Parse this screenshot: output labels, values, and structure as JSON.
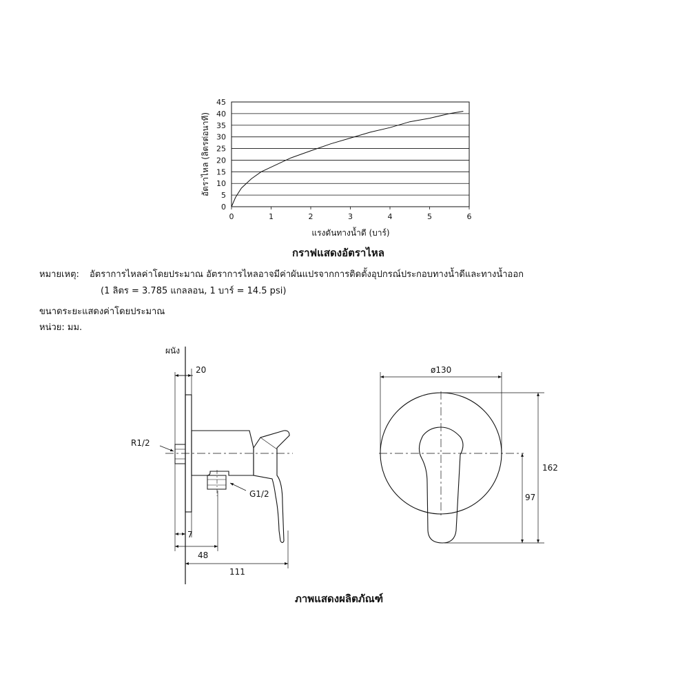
{
  "chart_data": {
    "type": "line",
    "title": "กราฟแสดงอัตราไหล",
    "xlabel": "แรงดันทางน้ำดี (บาร์)",
    "ylabel": "อัตราไหล (ลิตรต่อนาที)",
    "xlim": [
      0,
      6
    ],
    "ylim": [
      0,
      45
    ],
    "x_ticks": [
      0,
      1,
      2,
      3,
      4,
      5,
      6
    ],
    "y_ticks": [
      0,
      5,
      10,
      15,
      20,
      25,
      30,
      35,
      40,
      45
    ],
    "grid": "horizontal",
    "series": [
      {
        "x": [
          0,
          0.1,
          0.25,
          0.5,
          0.75,
          1,
          1.5,
          2,
          2.5,
          3,
          3.5,
          4,
          4.5,
          5,
          5.5,
          5.85
        ],
        "y": [
          0,
          4,
          8,
          12,
          15,
          17,
          21,
          24,
          27,
          29.5,
          32,
          34,
          36.5,
          38,
          40,
          41
        ]
      }
    ]
  },
  "notes": {
    "label": "หมายเหตุ:",
    "line1": "อัตราการไหลค่าโดยประมาณ อัตราการไหลอาจมีค่าผันแปรจากการติดตั้งอุปกรณ์ประกอบทางน้ำดีและทางน้ำออก",
    "line2": "(1 ลิตร = 3.785 แกลลอน, 1 บาร์ = 14.5 psi)"
  },
  "dimension_note": {
    "line1": "ขนาดระยะแสดงค่าโดยประมาณ",
    "line2": "หน่วย: มม."
  },
  "drawing": {
    "title": "ภาพแสดงผลิตภัณฑ์",
    "wall_label": "ผนัง",
    "dim_20": "20",
    "dim_7": "7",
    "dim_48": "48",
    "dim_111": "111",
    "thread_r": "R1/2",
    "thread_g": "G1/2",
    "dim_diameter": "ø130",
    "dim_162": "162",
    "dim_97": "97"
  }
}
